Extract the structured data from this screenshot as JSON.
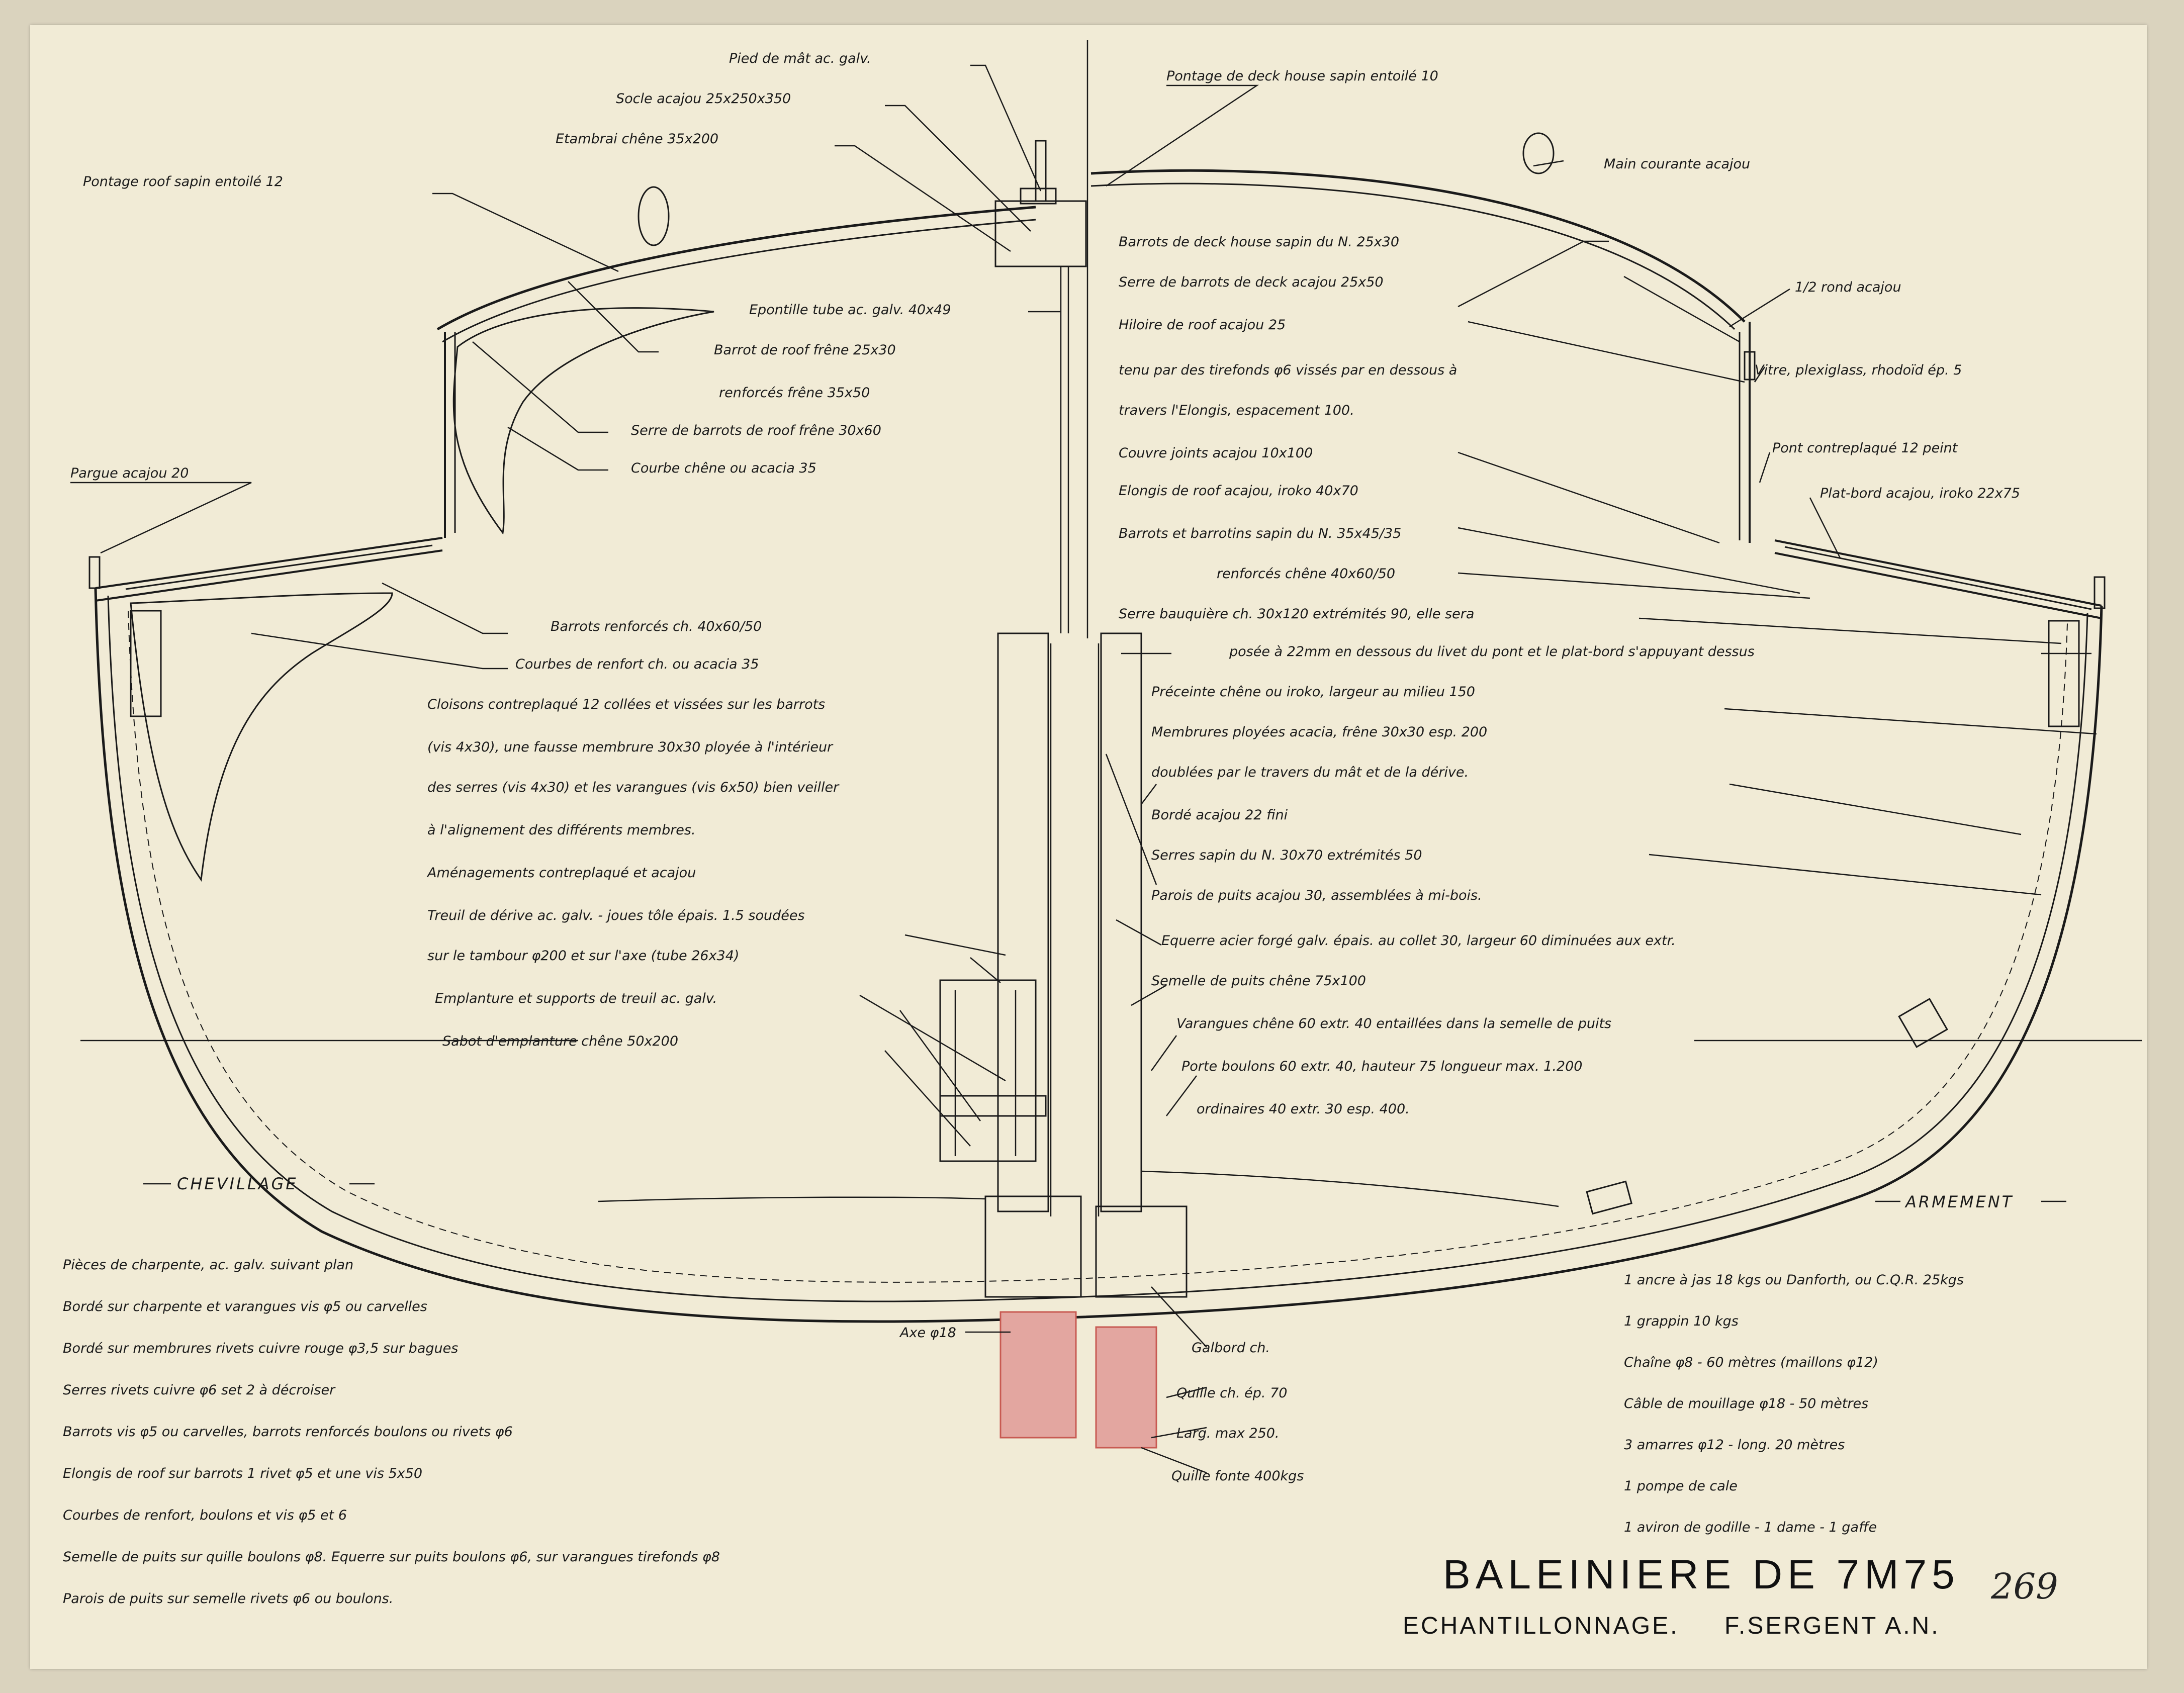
{
  "title": {
    "main": "BALEINIERE DE 7M75",
    "sub": "ECHANTILLONNAGE.",
    "author": "F.SERGENT A.N.",
    "sheet_number": "269"
  },
  "labels_left": [
    "Pied de mât ac. galv.",
    "Socle acajou 25x250x350",
    "Etambrai chêne 35x200",
    "Pontage roof sapin entoilé 12",
    "Epontille tube ac. galv. 40x49",
    "Barrot de roof frêne 25x30",
    "renforcés frêne 35x50",
    "Serre de barrots de roof frêne 30x60",
    "Courbe chêne ou acacia 35",
    "Pargue acajou 20"
  ],
  "labels_right": [
    "Pontage de deck house sapin entoilé 10",
    "Main courante acajou",
    "Barrots de deck house sapin du N. 25x30",
    "Serre de barrots de deck acajou 25x50",
    "1/2 rond acajou",
    "Hiloire de roof acajou 25",
    "tenu par des tirefonds φ6 vissés par en dessous à",
    "travers l'Elongis, espacement 100.",
    "Vitre, plexiglass, rhodoïd ép. 5",
    "Couvre joints acajou 10x100",
    "Pont contreplaqué 12 peint",
    "Elongis de roof acajou, iroko 40x70",
    "Plat-bord acajou, iroko 22x75",
    "Barrots et barrotins sapin du N. 35x45/35",
    "renforcés chêne 40x60/50",
    "Serre bauquière ch. 30x120 extrémités 90, elle sera",
    "posée à 22mm en dessous du livet du pont et le plat-bord s'appuyant dessus",
    "Préceinte chêne ou iroko, largeur au milieu 150",
    "Membrures ployées acacia, frêne 30x30 esp. 200",
    "doublées par le travers du mât et de la dérive.",
    "Bordé acajou 22 fini",
    "Serres sapin du N. 30x70 extrémités 50",
    "Parois de puits acajou 30, assemblées à mi-bois.",
    "Equerre acier forgé galv. épais. au collet 30, largeur 60 diminuées aux extr.",
    "Semelle de puits chêne 75x100",
    "Varangues chêne 60 extr. 40 entaillées dans la semelle de puits",
    "Porte boulons 60 extr. 40, hauteur 75 longueur max. 1.200",
    "ordinaires 40 extr. 30 esp. 400."
  ],
  "labels_center": [
    "Barrots renforcés ch. 40x60/50",
    "Courbes de renfort ch. ou acacia 35",
    "Cloisons contreplaqué 12 collées et vissées sur les barrots",
    "(vis 4x30), une fausse membrure 30x30 ployée à l'intérieur",
    "des serres (vis 4x30) et les varangues (vis 6x50) bien veiller",
    "à l'alignement des différents membres.",
    "Aménagements contreplaqué et acajou",
    "Treuil de dérive ac. galv. - joues tôle épais. 1.5 soudées",
    "sur le tambour φ200 et sur l'axe (tube 26x34)",
    "Emplanture et supports de treuil ac. galv.",
    "Sabot d'emplanture chêne 50x200"
  ],
  "keel_labels": [
    "Axe φ18",
    "Galbord ch.",
    "Quille ch. ép. 70",
    "Larg. max 250.",
    "Quille fonte 400kgs"
  ],
  "chevillage": {
    "heading": "CHEVILLAGE",
    "items": [
      "Pièces de charpente, ac. galv. suivant plan",
      "Bordé sur charpente et varangues vis φ5 ou carvelles",
      "Bordé sur membrures rivets cuivre rouge φ3,5 sur bagues",
      "Serres rivets cuivre φ6 set 2 à décroiser",
      "Barrots vis φ5 ou carvelles, barrots renforcés boulons ou rivets φ6",
      "Elongis de roof sur barrots 1 rivet φ5 et une vis 5x50",
      "Courbes de renfort, boulons et vis φ5 et 6",
      "Semelle de puits sur quille boulons φ8. Equerre sur puits boulons φ6, sur varangues tirefonds φ8",
      "Parois de puits sur semelle rivets φ6 ou boulons."
    ]
  },
  "armement": {
    "heading": "ARMEMENT",
    "items": [
      "1 ancre à jas 18 kgs ou Danforth, ou C.Q.R. 25kgs",
      "1 grappin 10 kgs",
      "Chaîne φ8 - 60 mètres (maillons φ12)",
      "Câble de mouillage φ18 - 50 mètres",
      "3 amarres φ12 - long. 20 mètres",
      "1 pompe de cale",
      "1 aviron de godille - 1 dame - 1 gaffe"
    ]
  },
  "colors": {
    "paper": "#f1ebd6",
    "backing": "#dad3be",
    "ink": "#1a1a1a",
    "red_fill": "#e3a6a0",
    "red_stroke": "#c85a52"
  }
}
